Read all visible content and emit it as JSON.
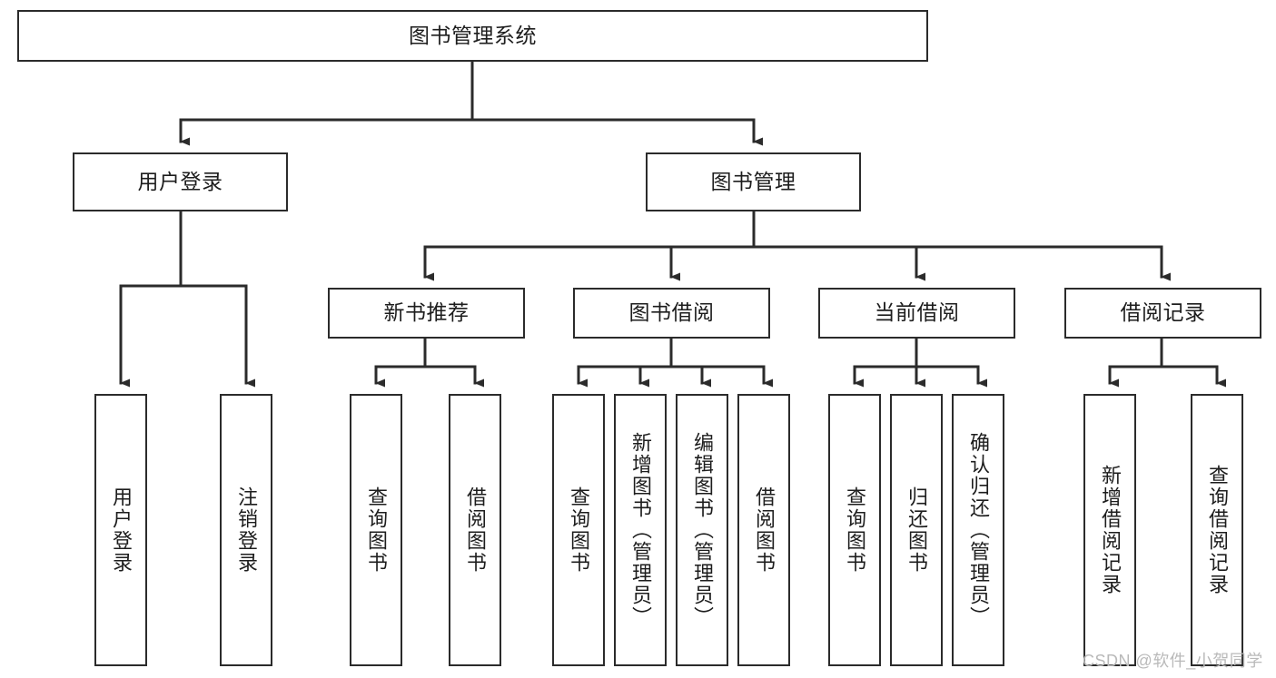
{
  "diagram": {
    "type": "hierarchy-tree",
    "title": "图书管理系统",
    "levels": 4,
    "edge_style": "orthogonal-arrow",
    "colors": {
      "box_border": "#2b2b2b",
      "box_fill": "#ffffff",
      "connector": "#2b2b2b",
      "text": "#1d1d1d",
      "watermark": "#b9b9b9"
    },
    "root": {
      "label": "图书管理系统",
      "children": [
        {
          "label": "用户登录",
          "children": [
            {
              "label": "用户登录"
            },
            {
              "label": "注销登录"
            }
          ]
        },
        {
          "label": "图书管理",
          "children": [
            {
              "label": "新书推荐",
              "children": [
                {
                  "label": "查询图书"
                },
                {
                  "label": "借阅图书"
                }
              ]
            },
            {
              "label": "图书借阅",
              "children": [
                {
                  "label": "查询图书"
                },
                {
                  "label": "新增图书（管理员）"
                },
                {
                  "label": "编辑图书（管理员）"
                },
                {
                  "label": "借阅图书"
                }
              ]
            },
            {
              "label": "当前借阅",
              "children": [
                {
                  "label": "查询图书"
                },
                {
                  "label": "归还图书"
                },
                {
                  "label": "确认归还（管理员）"
                }
              ]
            },
            {
              "label": "借阅记录",
              "children": [
                {
                  "label": "新增借阅记录"
                },
                {
                  "label": "查询借阅记录"
                }
              ]
            }
          ]
        }
      ]
    }
  },
  "nodes": {
    "root": {
      "label": "图书管理系统"
    },
    "l2": {
      "user_login": {
        "label": "用户登录"
      },
      "book_manage": {
        "label": "图书管理"
      }
    },
    "l3": {
      "new_book_rec": {
        "label": "新书推荐"
      },
      "book_borrow": {
        "label": "图书借阅"
      },
      "current_borrow": {
        "label": "当前借阅"
      },
      "borrow_record": {
        "label": "借阅记录"
      }
    },
    "leaves": {
      "user_login_1": {
        "label": "用户登录"
      },
      "user_login_2": {
        "label": "注销登录"
      },
      "new_book_1": {
        "label": "查询图书"
      },
      "new_book_2": {
        "label": "借阅图书"
      },
      "borrow_1": {
        "label": "查询图书"
      },
      "borrow_2": {
        "label": "新增图书（管理员）"
      },
      "borrow_3": {
        "label": "编辑图书（管理员）"
      },
      "borrow_4": {
        "label": "借阅图书"
      },
      "current_1": {
        "label": "查询图书"
      },
      "current_2": {
        "label": "归还图书"
      },
      "current_3": {
        "label": "确认归还（管理员）"
      },
      "record_1": {
        "label": "新增借阅记录"
      },
      "record_2": {
        "label": "查询借阅记录"
      }
    }
  },
  "watermark": {
    "text": "CSDN @软件_小贺同学"
  }
}
